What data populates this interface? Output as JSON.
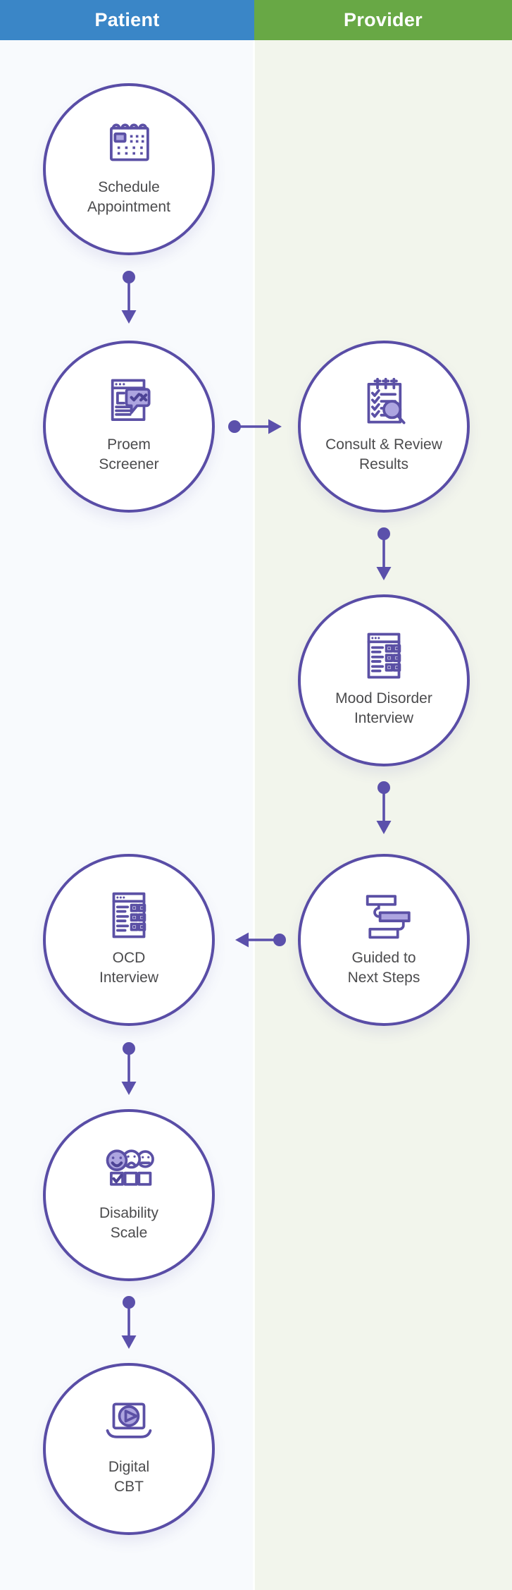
{
  "header": {
    "patient_label": "Patient",
    "provider_label": "Provider",
    "patient_color": "#3a86c7",
    "provider_color": "#68a845"
  },
  "lanes": {
    "patient_bg": "#f8fafd",
    "provider_bg": "#f2f5ec"
  },
  "theme": {
    "node_border": "#594da6",
    "icon_stroke": "#5b50a5",
    "icon_light_fill": "#ada5e0",
    "icon_dark_accent": "#4d4395",
    "arrow_color": "#5b50ab",
    "label_color": "#4b4b4d"
  },
  "nodes": [
    {
      "id": "schedule-appointment",
      "lane": "patient",
      "icon": "calendar-icon",
      "label_line1": "Schedule",
      "label_line2": "Appointment"
    },
    {
      "id": "proem-screener",
      "lane": "patient",
      "icon": "screener-checkbox-icon",
      "label_line1": "Proem",
      "label_line2": "Screener"
    },
    {
      "id": "consult-review",
      "lane": "provider",
      "icon": "checklist-magnifier-icon",
      "label_line1": "Consult & Review",
      "label_line2": "Results"
    },
    {
      "id": "mood-disorder",
      "lane": "provider",
      "icon": "form-checklist-icon",
      "label_line1": "Mood Disorder",
      "label_line2": "Interview"
    },
    {
      "id": "guided-next-steps",
      "lane": "provider",
      "icon": "gantt-steps-icon",
      "label_line1": "Guided to",
      "label_line2": "Next Steps"
    },
    {
      "id": "ocd-interview",
      "lane": "patient",
      "icon": "form-checklist-icon",
      "label_line1": "OCD",
      "label_line2": "Interview"
    },
    {
      "id": "disability-scale",
      "lane": "patient",
      "icon": "faces-scale-icon",
      "label_line1": "Disability",
      "label_line2": "Scale"
    },
    {
      "id": "digital-cbt",
      "lane": "patient",
      "icon": "laptop-play-icon",
      "label_line1": "Digital",
      "label_line2": "CBT"
    }
  ],
  "flow": [
    {
      "from": "schedule-appointment",
      "to": "proem-screener",
      "direction": "down"
    },
    {
      "from": "proem-screener",
      "to": "consult-review",
      "direction": "right"
    },
    {
      "from": "consult-review",
      "to": "mood-disorder",
      "direction": "down"
    },
    {
      "from": "mood-disorder",
      "to": "guided-next-steps",
      "direction": "down"
    },
    {
      "from": "guided-next-steps",
      "to": "ocd-interview",
      "direction": "left"
    },
    {
      "from": "ocd-interview",
      "to": "disability-scale",
      "direction": "down"
    },
    {
      "from": "disability-scale",
      "to": "digital-cbt",
      "direction": "down"
    }
  ]
}
